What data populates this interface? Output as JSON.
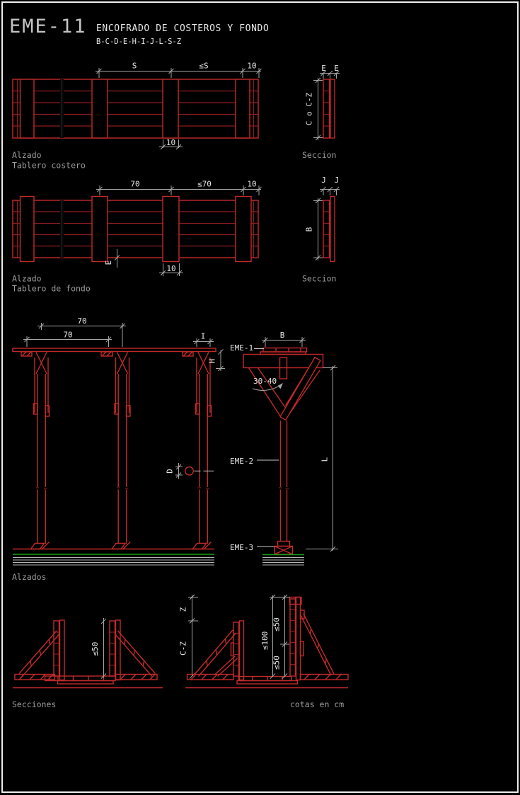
{
  "title": {
    "code": "EME-11",
    "line1": "ENCOFRADO DE COSTEROS Y FONDO",
    "line2": "B-C-D-E-H-I-J-L-S-Z"
  },
  "colors": {
    "red": "#c22a2a",
    "dark_red": "#8c1d1d",
    "green": "#12a012",
    "dim_gray": "#a5a5a5",
    "text_white": "#e6e6e6",
    "text_gray": "#9e9e9e",
    "background": "#000000",
    "border": "#ededed"
  },
  "fig1": {
    "dim_s": "S",
    "dim_les": "≤S",
    "dim_10_top": "10",
    "dim_10_bottom": "10",
    "caption1": "Alzado",
    "caption2": "Tablero costero",
    "section": {
      "label": "Seccion",
      "e1": "E",
      "e2": "E",
      "side": "C o C-Z"
    }
  },
  "fig2": {
    "dim_70": "70",
    "dim_le70": "≤70",
    "dim_10_top": "10",
    "dim_10_bottom": "10",
    "dim_e": "E",
    "caption1": "Alzado",
    "caption2": "Tablero de fondo",
    "section": {
      "label": "Seccion",
      "j1": "J",
      "j2": "J",
      "side": "B"
    }
  },
  "fig3": {
    "caption": "Alzados",
    "dim_70a": "70",
    "dim_70b": "70",
    "dim_i": "I",
    "dim_h": "H",
    "dim_d": "D",
    "dim_b": "B",
    "angle": "30-40",
    "dim_l": "L",
    "labels": {
      "eme1": "EME-1",
      "eme2": "EME-2",
      "eme3": "EME-3"
    }
  },
  "fig4": {
    "caption": "Secciones",
    "note": "cotas en cm",
    "dim_50": "≤50",
    "dim_z": "Z",
    "dim_cz": "C-Z",
    "dim_100": "≤100",
    "dim_50a": "≤50",
    "dim_50b": "≤50"
  }
}
